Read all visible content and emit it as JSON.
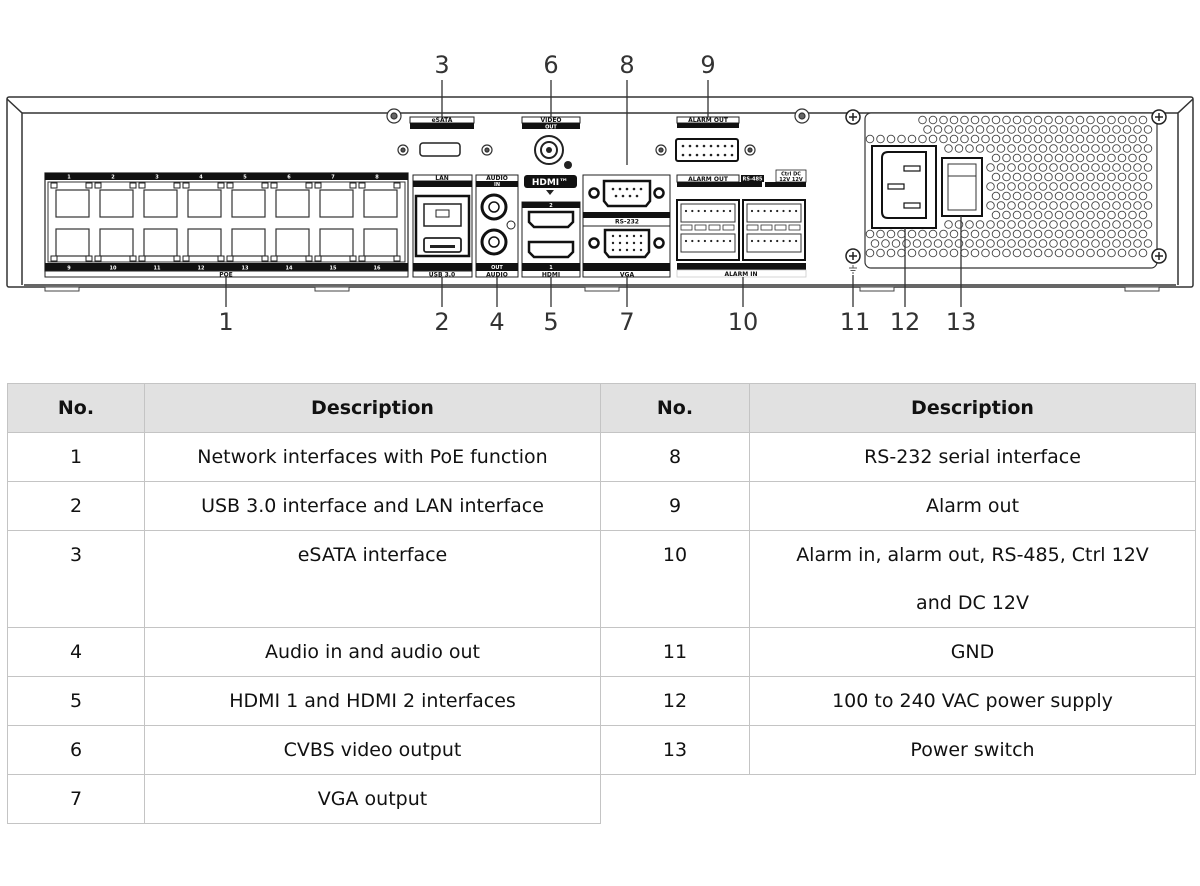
{
  "diagram": {
    "title": "Rear panel",
    "callouts": [
      {
        "id": "1",
        "label": "1"
      },
      {
        "id": "2",
        "label": "2"
      },
      {
        "id": "3",
        "label": "3"
      },
      {
        "id": "4",
        "label": "4"
      },
      {
        "id": "5",
        "label": "5"
      },
      {
        "id": "6",
        "label": "6"
      },
      {
        "id": "7",
        "label": "7"
      },
      {
        "id": "8",
        "label": "8"
      },
      {
        "id": "9",
        "label": "9"
      },
      {
        "id": "10",
        "label": "10"
      },
      {
        "id": "11",
        "label": "11"
      },
      {
        "id": "12",
        "label": "12"
      },
      {
        "id": "13",
        "label": "13"
      }
    ],
    "panel_labels": {
      "poe": "POE",
      "esata": "eSATA",
      "video_out": "VIDEO",
      "video_out_sub": "OUT",
      "lan": "LAN",
      "usb": "USB 3.0",
      "audio_top": "AUDIO",
      "audio_in": "IN",
      "audio_out": "OUT",
      "audio_bottom": "AUDIO",
      "hdmi_logo": "HDMI™",
      "hdmi_2": "2",
      "hdmi_1": "1",
      "hdmi_bottom": "HDMI",
      "rs232": "RS-232",
      "vga": "VGA",
      "alarm_out_top": "ALARM OUT",
      "alarm_out": "ALARM OUT",
      "rs485": "RS-485",
      "ctrl_dc": "Ctrl DC",
      "ctrl_dc_v": "12V 12V",
      "alarm_in": "ALARM IN"
    },
    "poe_port_numbers_top": [
      "1",
      "2",
      "3",
      "4",
      "5",
      "6",
      "7",
      "8"
    ],
    "poe_port_numbers_bottom": [
      "9",
      "10",
      "11",
      "12",
      "13",
      "14",
      "15",
      "16"
    ]
  },
  "table": {
    "headers": {
      "no": "No.",
      "description": "Description",
      "no2": "No.",
      "description2": "Description"
    },
    "rows": [
      {
        "no": "1",
        "desc": "Network interfaces with PoE function",
        "no2": "8",
        "desc2": "RS-232 serial interface"
      },
      {
        "no": "2",
        "desc": "USB 3.0 interface and LAN interface",
        "no2": "9",
        "desc2": "Alarm out"
      },
      {
        "no": "3",
        "desc": "eSATA interface",
        "no2": "10",
        "desc2": "Alarm in, alarm out, RS-485, Ctrl 12V",
        "desc2_line2": "and DC 12V"
      },
      {
        "no": "4",
        "desc": "Audio in and audio out",
        "no2": "11",
        "desc2": "GND"
      },
      {
        "no": "5",
        "desc": "HDMI 1 and HDMI 2 interfaces",
        "no2": "12",
        "desc2": "100 to 240 VAC power supply"
      },
      {
        "no": "6",
        "desc": "CVBS video output",
        "no2": "13",
        "desc2": "Power switch"
      },
      {
        "no": "7",
        "desc": "VGA output"
      }
    ]
  }
}
